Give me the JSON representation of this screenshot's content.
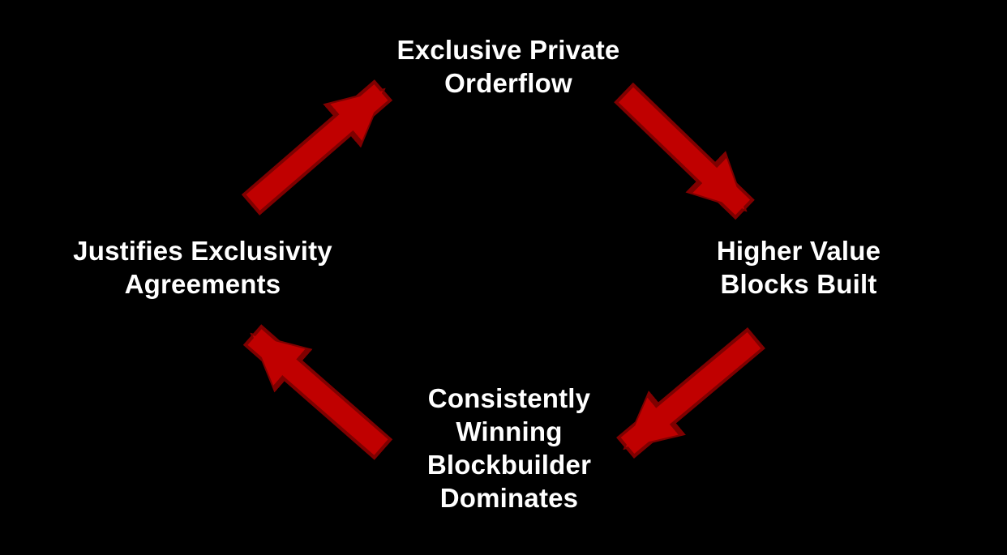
{
  "diagram": {
    "type": "cycle",
    "colors": {
      "background": "#000000",
      "text": "#ffffff",
      "arrow_fill": "#c00000",
      "arrow_outline": "#7f0000"
    },
    "nodes": [
      {
        "id": "exclusive-private-orderflow",
        "position": "top",
        "label": "Exclusive Private\nOrderflow"
      },
      {
        "id": "higher-value-blocks-built",
        "position": "right",
        "label": "Higher Value\nBlocks Built"
      },
      {
        "id": "consistently-winning-blockbuilder-dominates",
        "position": "bottom",
        "label": "Consistently\nWinning\nBlockbuilder\nDominates"
      },
      {
        "id": "justifies-exclusivity-agreements",
        "position": "left",
        "label": "Justifies Exclusivity\nAgreements"
      }
    ],
    "edges": [
      {
        "from": "exclusive-private-orderflow",
        "to": "higher-value-blocks-built"
      },
      {
        "from": "higher-value-blocks-built",
        "to": "consistently-winning-blockbuilder-dominates"
      },
      {
        "from": "consistently-winning-blockbuilder-dominates",
        "to": "justifies-exclusivity-agreements"
      },
      {
        "from": "justifies-exclusivity-agreements",
        "to": "exclusive-private-orderflow"
      }
    ]
  }
}
